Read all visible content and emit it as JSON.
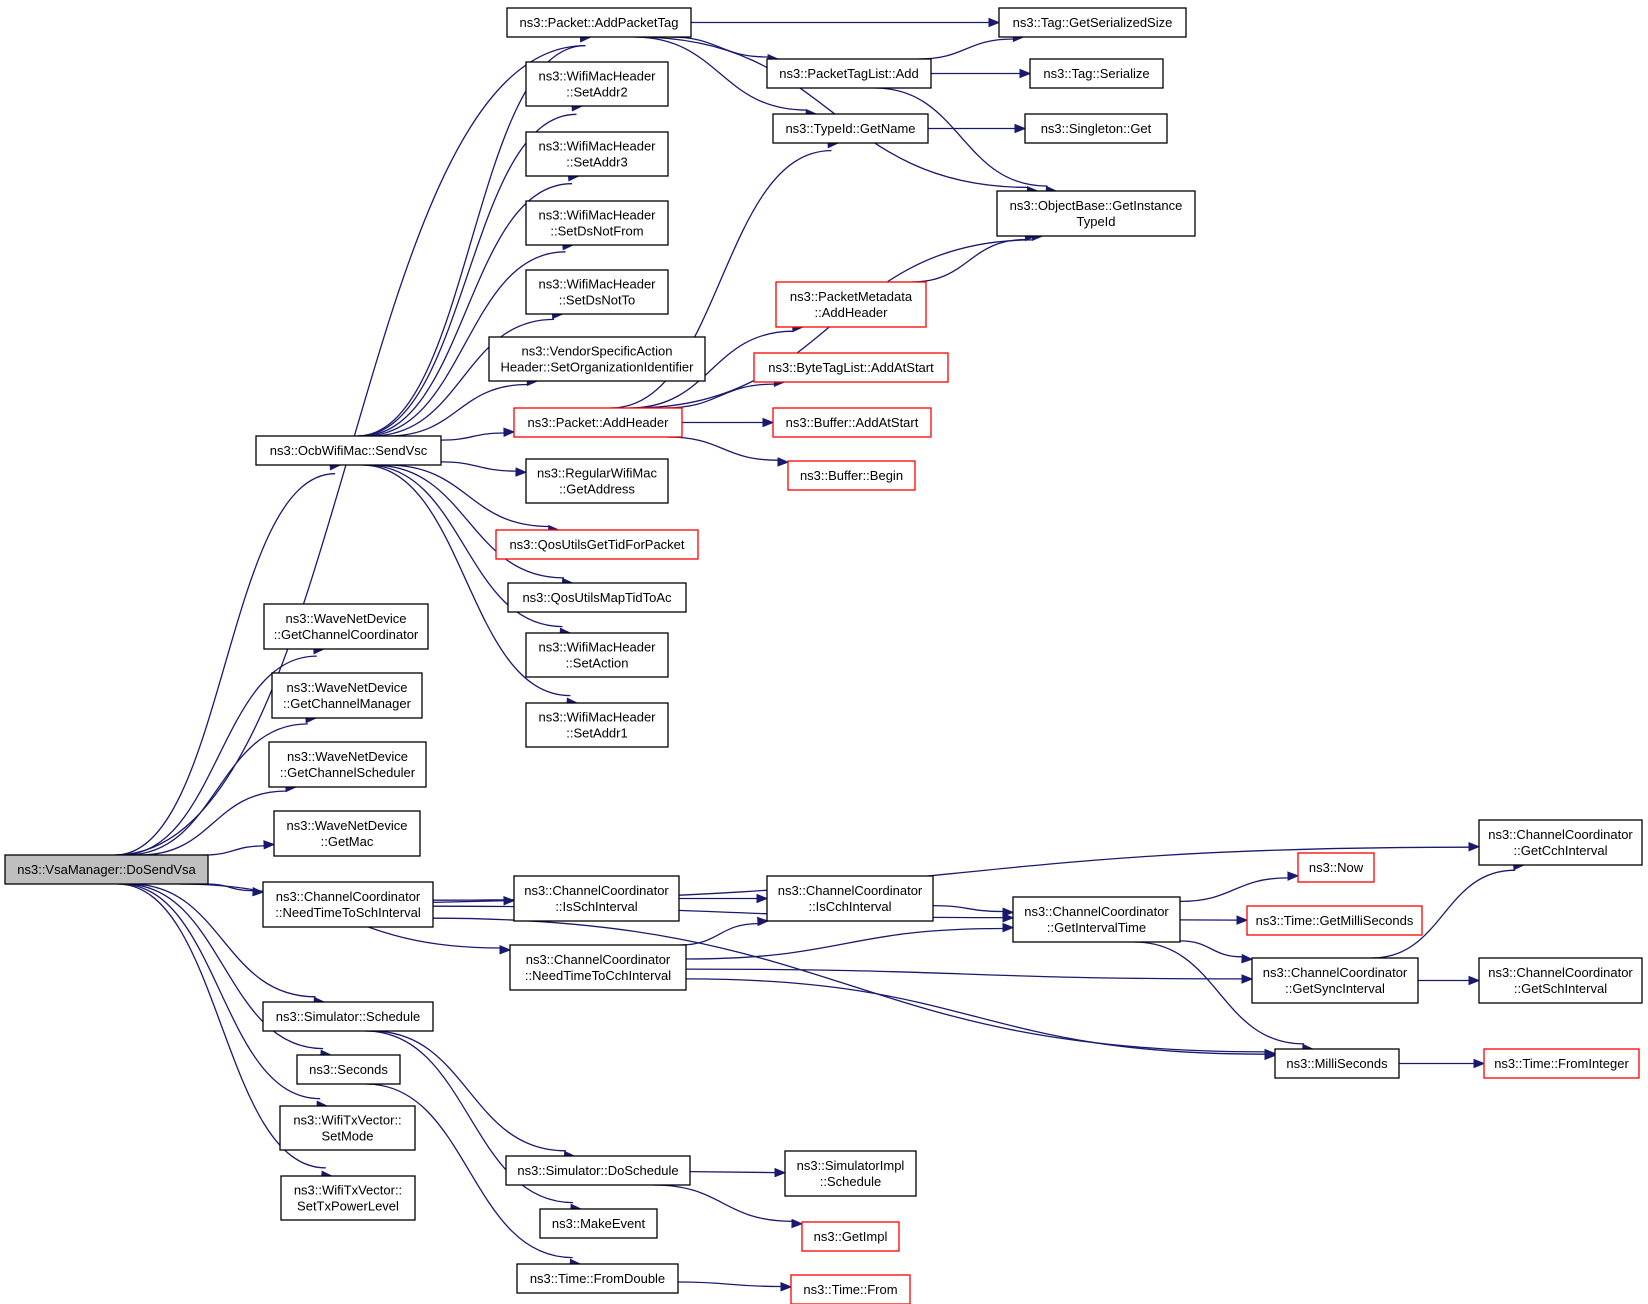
{
  "graph": {
    "edge_color": "#191970",
    "node_border_color": "#000000",
    "truncated_node_border_color": "#ff0000",
    "root_fill_color": "#bfbfbf",
    "nodes": [
      {
        "id": "root",
        "lines": [
          "ns3::VsaManager::DoSendVsa"
        ],
        "kind": "root"
      },
      {
        "id": "addPacketTag",
        "lines": [
          "ns3::Packet::AddPacketTag"
        ],
        "kind": "normal"
      },
      {
        "id": "tagGetSerializedSize",
        "lines": [
          "ns3::Tag::GetSerializedSize"
        ],
        "kind": "normal"
      },
      {
        "id": "packetTagListAdd",
        "lines": [
          "ns3::PacketTagList::Add"
        ],
        "kind": "normal"
      },
      {
        "id": "tagSerialize",
        "lines": [
          "ns3::Tag::Serialize"
        ],
        "kind": "normal"
      },
      {
        "id": "typeIdGetName",
        "lines": [
          "ns3::TypeId::GetName"
        ],
        "kind": "normal"
      },
      {
        "id": "singletonGet",
        "lines": [
          "ns3::Singleton::Get"
        ],
        "kind": "normal"
      },
      {
        "id": "objectBaseGetInstanceTypeId",
        "lines": [
          "ns3::ObjectBase::GetInstance",
          "TypeId"
        ],
        "kind": "normal"
      },
      {
        "id": "setAddr2",
        "lines": [
          "ns3::WifiMacHeader",
          "::SetAddr2"
        ],
        "kind": "normal"
      },
      {
        "id": "setAddr3",
        "lines": [
          "ns3::WifiMacHeader",
          "::SetAddr3"
        ],
        "kind": "normal"
      },
      {
        "id": "setDsNotFrom",
        "lines": [
          "ns3::WifiMacHeader",
          "::SetDsNotFrom"
        ],
        "kind": "normal"
      },
      {
        "id": "setDsNotTo",
        "lines": [
          "ns3::WifiMacHeader",
          "::SetDsNotTo"
        ],
        "kind": "normal"
      },
      {
        "id": "setOrganizationIdentifier",
        "lines": [
          "ns3::VendorSpecificAction",
          "Header::SetOrganizationIdentifier"
        ],
        "kind": "normal"
      },
      {
        "id": "packetAddHeader",
        "lines": [
          "ns3::Packet::AddHeader"
        ],
        "kind": "truncated"
      },
      {
        "id": "packetMetadataAddHeader",
        "lines": [
          "ns3::PacketMetadata",
          "::AddHeader"
        ],
        "kind": "truncated"
      },
      {
        "id": "byteTagListAddAtStart",
        "lines": [
          "ns3::ByteTagList::AddAtStart"
        ],
        "kind": "truncated"
      },
      {
        "id": "bufferAddAtStart",
        "lines": [
          "ns3::Buffer::AddAtStart"
        ],
        "kind": "truncated"
      },
      {
        "id": "bufferBegin",
        "lines": [
          "ns3::Buffer::Begin"
        ],
        "kind": "truncated"
      },
      {
        "id": "sendVsc",
        "lines": [
          "ns3::OcbWifiMac::SendVsc"
        ],
        "kind": "normal"
      },
      {
        "id": "getAddress",
        "lines": [
          "ns3::RegularWifiMac",
          "::GetAddress"
        ],
        "kind": "normal"
      },
      {
        "id": "qosGetTid",
        "lines": [
          "ns3::QosUtilsGetTidForPacket"
        ],
        "kind": "truncated"
      },
      {
        "id": "qosMapTid",
        "lines": [
          "ns3::QosUtilsMapTidToAc"
        ],
        "kind": "normal"
      },
      {
        "id": "setAction",
        "lines": [
          "ns3::WifiMacHeader",
          "::SetAction"
        ],
        "kind": "normal"
      },
      {
        "id": "setAddr1",
        "lines": [
          "ns3::WifiMacHeader",
          "::SetAddr1"
        ],
        "kind": "normal"
      },
      {
        "id": "getChannelCoordinator",
        "lines": [
          "ns3::WaveNetDevice",
          "::GetChannelCoordinator"
        ],
        "kind": "normal"
      },
      {
        "id": "getChannelManager",
        "lines": [
          "ns3::WaveNetDevice",
          "::GetChannelManager"
        ],
        "kind": "normal"
      },
      {
        "id": "getChannelScheduler",
        "lines": [
          "ns3::WaveNetDevice",
          "::GetChannelScheduler"
        ],
        "kind": "normal"
      },
      {
        "id": "getMac",
        "lines": [
          "ns3::WaveNetDevice",
          "::GetMac"
        ],
        "kind": "normal"
      },
      {
        "id": "needTimeToSch",
        "lines": [
          "ns3::ChannelCoordinator",
          "::NeedTimeToSchInterval"
        ],
        "kind": "normal"
      },
      {
        "id": "isSchInterval",
        "lines": [
          "ns3::ChannelCoordinator",
          "::IsSchInterval"
        ],
        "kind": "normal"
      },
      {
        "id": "isCchInterval",
        "lines": [
          "ns3::ChannelCoordinator",
          "::IsCchInterval"
        ],
        "kind": "normal"
      },
      {
        "id": "getIntervalTime",
        "lines": [
          "ns3::ChannelCoordinator",
          "::GetIntervalTime"
        ],
        "kind": "normal"
      },
      {
        "id": "getCchInterval",
        "lines": [
          "ns3::ChannelCoordinator",
          "::GetCchInterval"
        ],
        "kind": "normal"
      },
      {
        "id": "now",
        "lines": [
          "ns3::Now"
        ],
        "kind": "truncated"
      },
      {
        "id": "timeGetMilliSeconds",
        "lines": [
          "ns3::Time::GetMilliSeconds"
        ],
        "kind": "truncated"
      },
      {
        "id": "needTimeToCch",
        "lines": [
          "ns3::ChannelCoordinator",
          "::NeedTimeToCchInterval"
        ],
        "kind": "normal"
      },
      {
        "id": "getSyncInterval",
        "lines": [
          "ns3::ChannelCoordinator",
          "::GetSyncInterval"
        ],
        "kind": "normal"
      },
      {
        "id": "getSchInterval",
        "lines": [
          "ns3::ChannelCoordinator",
          "::GetSchInterval"
        ],
        "kind": "normal"
      },
      {
        "id": "simulatorSchedule",
        "lines": [
          "ns3::Simulator::Schedule"
        ],
        "kind": "normal"
      },
      {
        "id": "milliSeconds",
        "lines": [
          "ns3::MilliSeconds"
        ],
        "kind": "normal"
      },
      {
        "id": "timeFromInteger",
        "lines": [
          "ns3::Time::FromInteger"
        ],
        "kind": "truncated"
      },
      {
        "id": "seconds",
        "lines": [
          "ns3::Seconds"
        ],
        "kind": "normal"
      },
      {
        "id": "setMode",
        "lines": [
          "ns3::WifiTxVector::",
          "SetMode"
        ],
        "kind": "normal"
      },
      {
        "id": "setTxPowerLevel",
        "lines": [
          "ns3::WifiTxVector::",
          "SetTxPowerLevel"
        ],
        "kind": "normal"
      },
      {
        "id": "simulatorDoSchedule",
        "lines": [
          "ns3::Simulator::DoSchedule"
        ],
        "kind": "normal"
      },
      {
        "id": "simulatorImplSchedule",
        "lines": [
          "ns3::SimulatorImpl",
          "::Schedule"
        ],
        "kind": "normal"
      },
      {
        "id": "makeEvent",
        "lines": [
          "ns3::MakeEvent"
        ],
        "kind": "normal"
      },
      {
        "id": "getImpl",
        "lines": [
          "ns3::GetImpl"
        ],
        "kind": "truncated"
      },
      {
        "id": "timeFromDouble",
        "lines": [
          "ns3::Time::FromDouble"
        ],
        "kind": "normal"
      },
      {
        "id": "timeFrom",
        "lines": [
          "ns3::Time::From"
        ],
        "kind": "truncated"
      }
    ],
    "edges": [
      [
        "root",
        "addPacketTag"
      ],
      [
        "root",
        "sendVsc"
      ],
      [
        "root",
        "getChannelCoordinator"
      ],
      [
        "root",
        "getChannelManager"
      ],
      [
        "root",
        "getChannelScheduler"
      ],
      [
        "root",
        "getMac"
      ],
      [
        "root",
        "needTimeToSch"
      ],
      [
        "root",
        "needTimeToCch"
      ],
      [
        "root",
        "simulatorSchedule"
      ],
      [
        "root",
        "seconds"
      ],
      [
        "root",
        "setMode"
      ],
      [
        "root",
        "setTxPowerLevel"
      ],
      [
        "addPacketTag",
        "tagGetSerializedSize"
      ],
      [
        "addPacketTag",
        "packetTagListAdd"
      ],
      [
        "addPacketTag",
        "typeIdGetName"
      ],
      [
        "addPacketTag",
        "objectBaseGetInstanceTypeId"
      ],
      [
        "packetTagListAdd",
        "tagGetSerializedSize"
      ],
      [
        "packetTagListAdd",
        "tagSerialize"
      ],
      [
        "packetTagListAdd",
        "objectBaseGetInstanceTypeId"
      ],
      [
        "typeIdGetName",
        "singletonGet"
      ],
      [
        "sendVsc",
        "addPacketTag"
      ],
      [
        "sendVsc",
        "setAddr2"
      ],
      [
        "sendVsc",
        "setAddr3"
      ],
      [
        "sendVsc",
        "setDsNotFrom"
      ],
      [
        "sendVsc",
        "setDsNotTo"
      ],
      [
        "sendVsc",
        "setOrganizationIdentifier"
      ],
      [
        "sendVsc",
        "packetAddHeader"
      ],
      [
        "sendVsc",
        "getAddress"
      ],
      [
        "sendVsc",
        "qosGetTid"
      ],
      [
        "sendVsc",
        "qosMapTid"
      ],
      [
        "sendVsc",
        "setAction"
      ],
      [
        "sendVsc",
        "setAddr1"
      ],
      [
        "packetAddHeader",
        "typeIdGetName"
      ],
      [
        "packetAddHeader",
        "objectBaseGetInstanceTypeId"
      ],
      [
        "packetAddHeader",
        "packetMetadataAddHeader"
      ],
      [
        "packetAddHeader",
        "byteTagListAddAtStart"
      ],
      [
        "packetAddHeader",
        "bufferAddAtStart"
      ],
      [
        "packetAddHeader",
        "bufferBegin"
      ],
      [
        "packetMetadataAddHeader",
        "objectBaseGetInstanceTypeId"
      ],
      [
        "needTimeToSch",
        "getCchInterval"
      ],
      [
        "needTimeToSch",
        "getIntervalTime"
      ],
      [
        "needTimeToSch",
        "isSchInterval"
      ],
      [
        "needTimeToSch",
        "milliSeconds"
      ],
      [
        "isSchInterval",
        "isCchInterval"
      ],
      [
        "isCchInterval",
        "getIntervalTime"
      ],
      [
        "needTimeToCch",
        "isCchInterval"
      ],
      [
        "needTimeToCch",
        "getIntervalTime"
      ],
      [
        "needTimeToCch",
        "getSyncInterval"
      ],
      [
        "needTimeToCch",
        "milliSeconds"
      ],
      [
        "getIntervalTime",
        "now"
      ],
      [
        "getIntervalTime",
        "timeGetMilliSeconds"
      ],
      [
        "getIntervalTime",
        "getSyncInterval"
      ],
      [
        "getIntervalTime",
        "milliSeconds"
      ],
      [
        "getSyncInterval",
        "getCchInterval"
      ],
      [
        "getSyncInterval",
        "getSchInterval"
      ],
      [
        "milliSeconds",
        "timeFromInteger"
      ],
      [
        "simulatorSchedule",
        "simulatorDoSchedule"
      ],
      [
        "simulatorSchedule",
        "makeEvent"
      ],
      [
        "seconds",
        "timeFromDouble"
      ],
      [
        "simulatorDoSchedule",
        "simulatorImplSchedule"
      ],
      [
        "simulatorDoSchedule",
        "getImpl"
      ],
      [
        "timeFromDouble",
        "timeFrom"
      ]
    ]
  }
}
